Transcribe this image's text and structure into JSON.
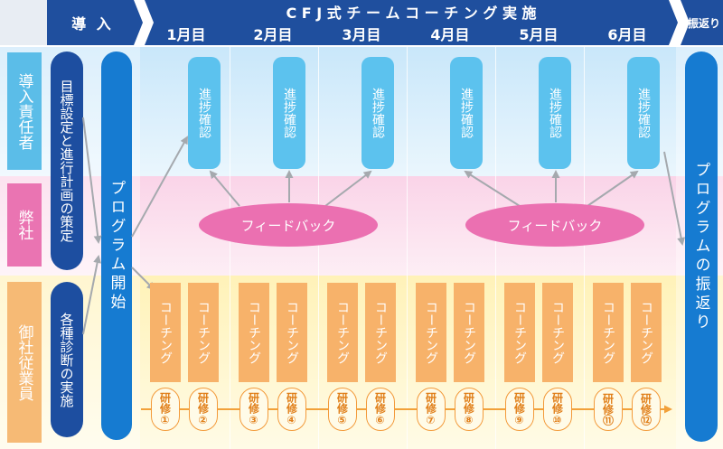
{
  "colors": {
    "header_dark": "#1f4f9e",
    "header_mid": "#2a66c0",
    "sky_band": "#dbeefb",
    "pink_band": "#fbe1ee",
    "yellow_band": "#fff6c8",
    "role_blue": "#5bbde8",
    "role_pink": "#ea74b2",
    "role_orange": "#f6ba75",
    "navy_pill": "#1d4ea0",
    "blue_pill": "#167bd1",
    "progress_box": "#5cc2ee",
    "feedback_ellipse": "#eb70b1",
    "coaching_box": "#f7b26a",
    "training_circle": "#f39a3a"
  },
  "header": {
    "intro": "導 入",
    "main_title": "C F J 式 チ ー ム コ ー チ ン グ 実 施",
    "review": "振返り",
    "months": [
      "1月目",
      "2月目",
      "3月目",
      "4月目",
      "5月目",
      "6月目"
    ]
  },
  "roles": {
    "manager": "導入責任者",
    "company": "弊社",
    "employees": "御社従業員"
  },
  "intro_steps": {
    "goal_planning": "目標設定と進行計画の策定",
    "diagnostics": "各種診断の実施"
  },
  "program_start": "プログラム開始",
  "program_review": "プログラムの振返り",
  "progress_check": "進捗確認",
  "feedback": "フィードバック",
  "coaching": "コーチング",
  "training": [
    "研修①",
    "研修②",
    "研修③",
    "研修④",
    "研修⑤",
    "研修⑥",
    "研修⑦",
    "研修⑧",
    "研修⑨",
    "研修⑩",
    "研修⑪",
    "研修⑫"
  ]
}
